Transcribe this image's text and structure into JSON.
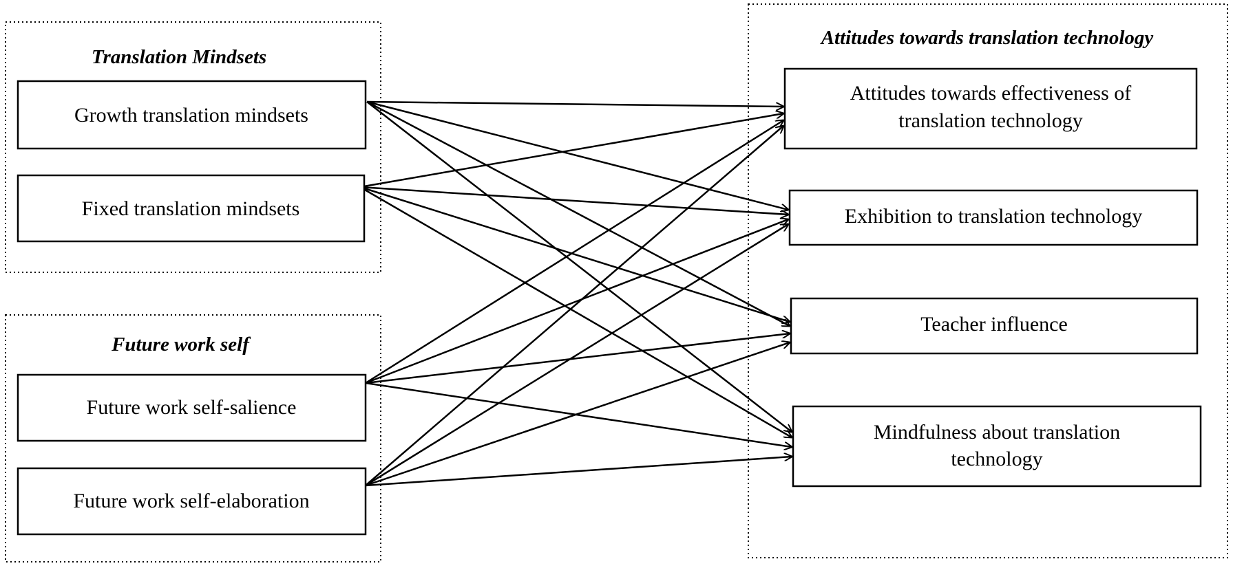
{
  "groups": {
    "mindsets": {
      "title": "Translation Mindsets",
      "nodes": [
        {
          "id": "growth",
          "label": "Growth translation mindsets"
        },
        {
          "id": "fixed",
          "label": "Fixed translation mindsets"
        }
      ]
    },
    "future": {
      "title": "Future work self",
      "nodes": [
        {
          "id": "salience",
          "label": "Future work self-salience"
        },
        {
          "id": "elaboration",
          "label": "Future work self-elaboration"
        }
      ]
    },
    "attitudes": {
      "title": "Attitudes towards translation technology",
      "nodes": [
        {
          "id": "effectiveness",
          "label_line1": "Attitudes towards effectiveness of",
          "label_line2": "translation technology"
        },
        {
          "id": "exhibition",
          "label": "Exhibition to translation technology"
        },
        {
          "id": "teacher",
          "label": "Teacher influence"
        },
        {
          "id": "mindfulness",
          "label_line1": "Mindfulness about translation",
          "label_line2": "technology"
        }
      ]
    }
  },
  "edges": [
    [
      "growth",
      "effectiveness"
    ],
    [
      "growth",
      "exhibition"
    ],
    [
      "growth",
      "teacher"
    ],
    [
      "growth",
      "mindfulness"
    ],
    [
      "fixed",
      "effectiveness"
    ],
    [
      "fixed",
      "exhibition"
    ],
    [
      "fixed",
      "teacher"
    ],
    [
      "fixed",
      "mindfulness"
    ],
    [
      "salience",
      "effectiveness"
    ],
    [
      "salience",
      "exhibition"
    ],
    [
      "salience",
      "teacher"
    ],
    [
      "salience",
      "mindfulness"
    ],
    [
      "elaboration",
      "effectiveness"
    ],
    [
      "elaboration",
      "exhibition"
    ],
    [
      "elaboration",
      "teacher"
    ],
    [
      "elaboration",
      "mindfulness"
    ]
  ]
}
